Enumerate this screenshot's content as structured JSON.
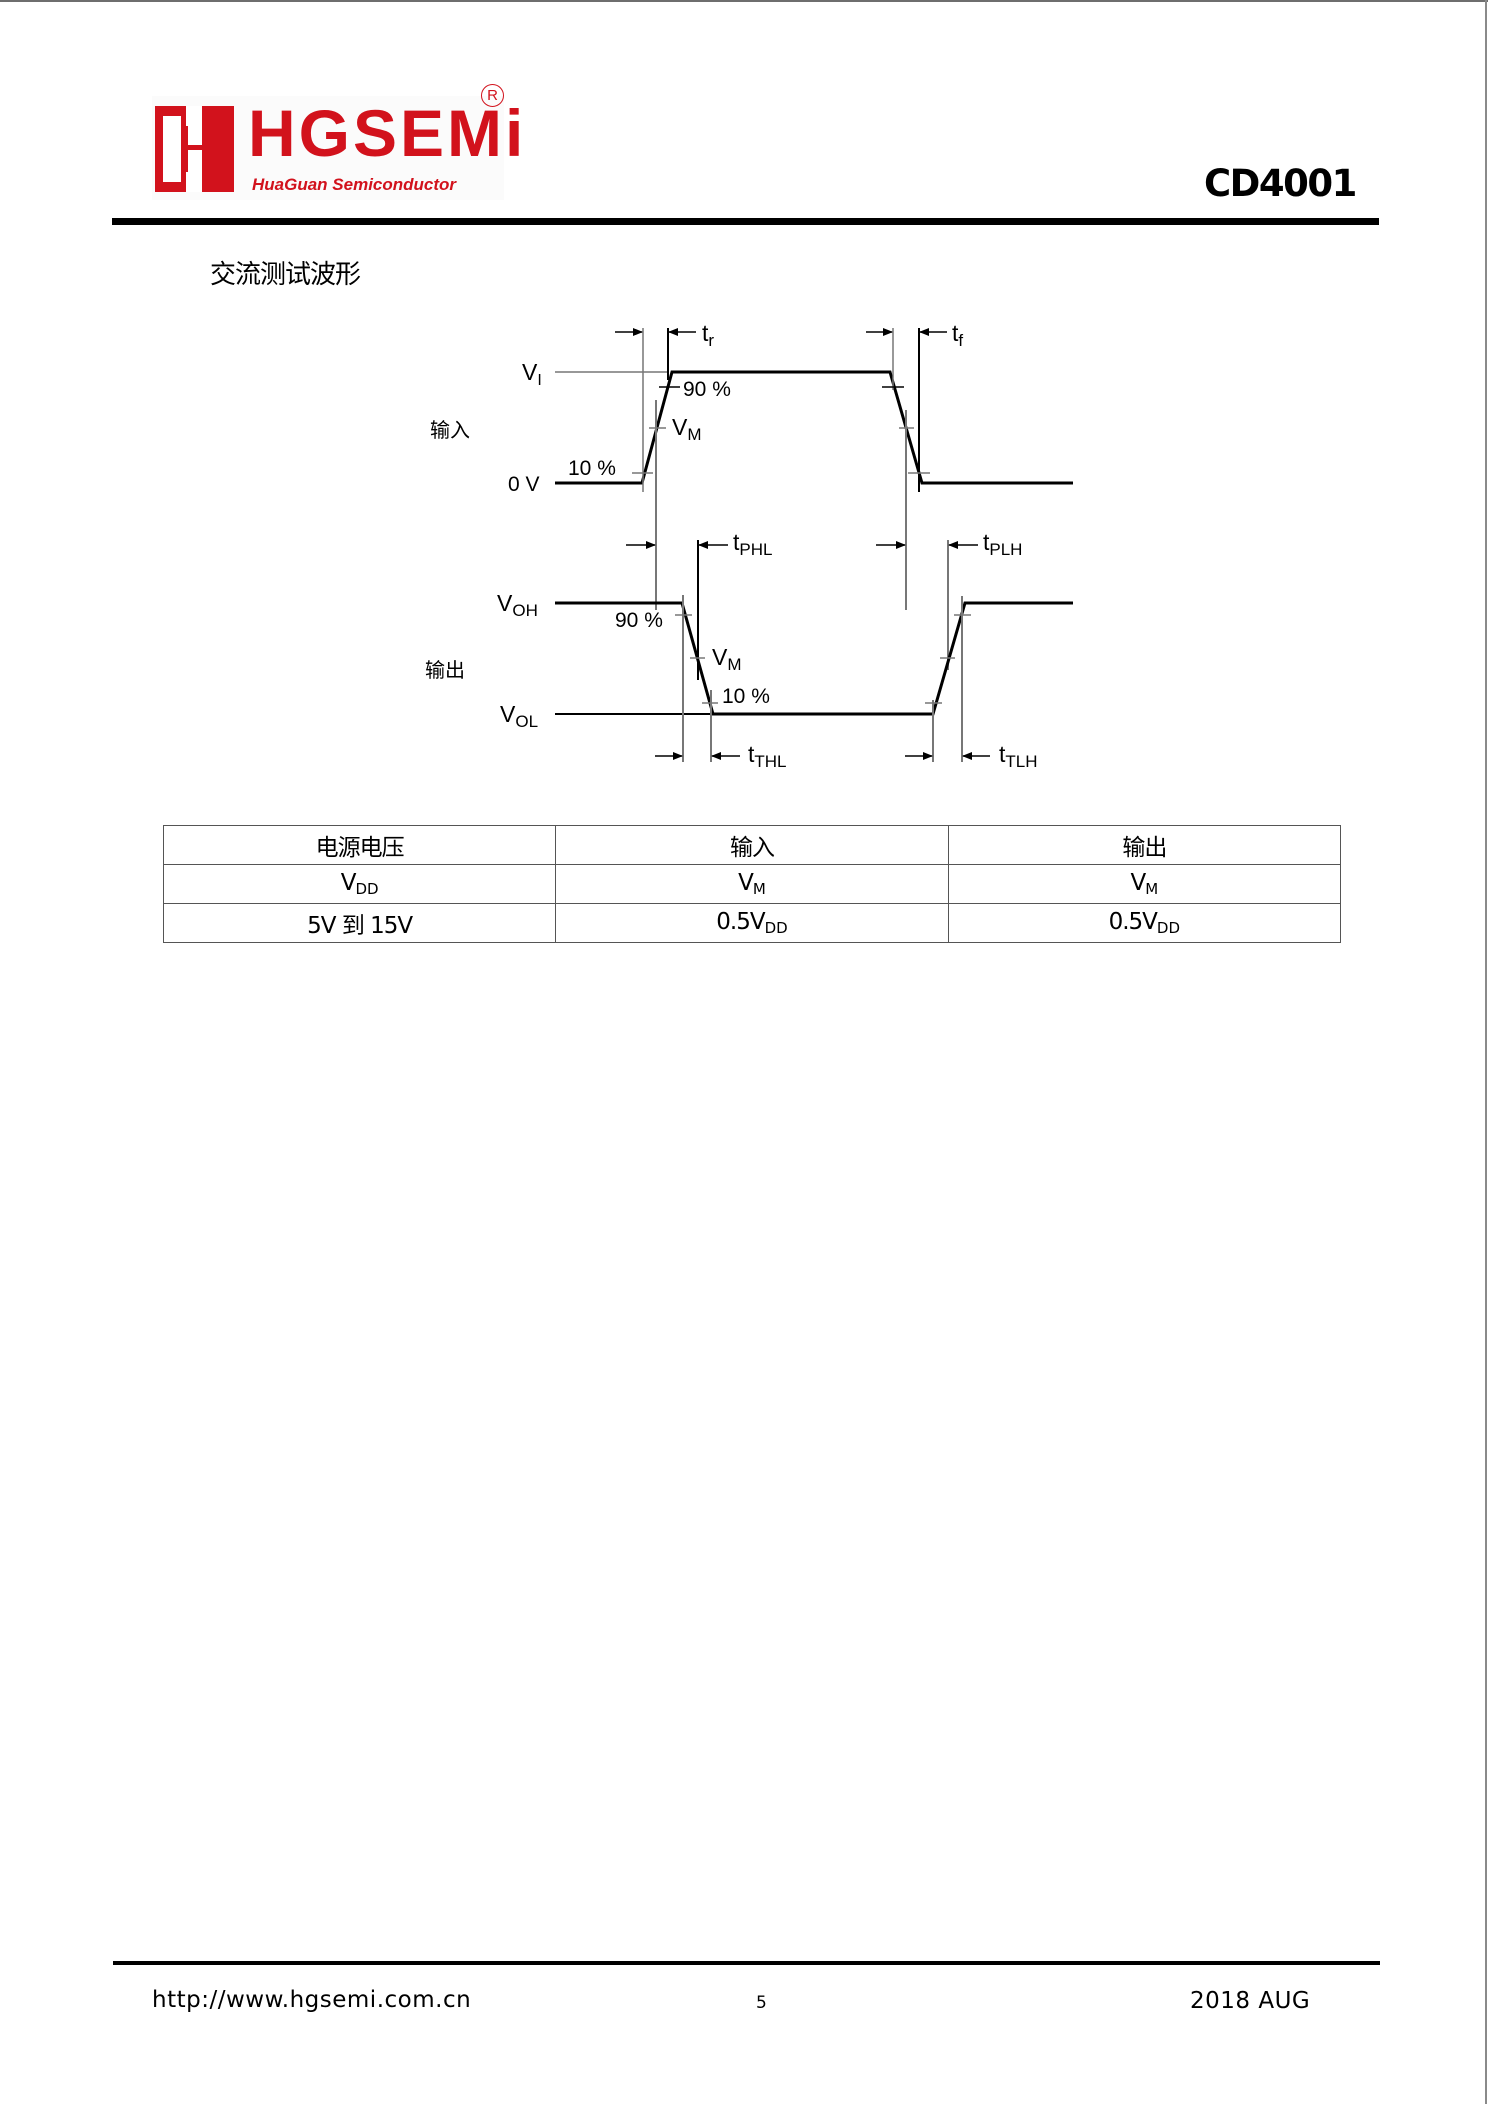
{
  "header": {
    "logo": {
      "brand": "HGSEMi",
      "subtitle": "HuaGuan Semiconductor",
      "registered_mark": "R",
      "brand_color": "#d2121c"
    },
    "part_number": "CD4001"
  },
  "section": {
    "title": "交流测试波形"
  },
  "diagram": {
    "input_label": "输入",
    "output_label": "输出",
    "input_levels": {
      "high": "V",
      "high_sub": "I",
      "low": "0 V"
    },
    "output_levels": {
      "high": "V",
      "high_sub": "OH",
      "low": "V",
      "low_sub": "OL"
    },
    "input_marks": {
      "p90": "90 %",
      "vm": "V",
      "vm_sub": "M",
      "p10": "10 %"
    },
    "output_marks": {
      "p90": "90 %",
      "vm": "V",
      "vm_sub": "M",
      "p10": "10 %"
    },
    "timing": {
      "tr": "t",
      "tr_sub": "r",
      "tf": "t",
      "tf_sub": "f",
      "tphl": "t",
      "tphl_sub": "PHL",
      "tplh": "t",
      "tplh_sub": "PLH",
      "tthl": "t",
      "tthl_sub": "THL",
      "ttlh": "t",
      "ttlh_sub": "TLH"
    }
  },
  "table": {
    "headers": [
      "电源电压",
      "输入",
      "输出"
    ],
    "symbols": [
      {
        "base": "V",
        "sub": "DD"
      },
      {
        "base": "V",
        "sub": "M"
      },
      {
        "base": "V",
        "sub": "M"
      }
    ],
    "values": [
      {
        "base": "5V 到 15V",
        "sub": ""
      },
      {
        "base": "0.5V",
        "sub": "DD"
      },
      {
        "base": "0.5V",
        "sub": "DD"
      }
    ]
  },
  "footer": {
    "url": "http://www.hgsemi.com.cn",
    "page_number": "5",
    "date": "2018 AUG"
  }
}
